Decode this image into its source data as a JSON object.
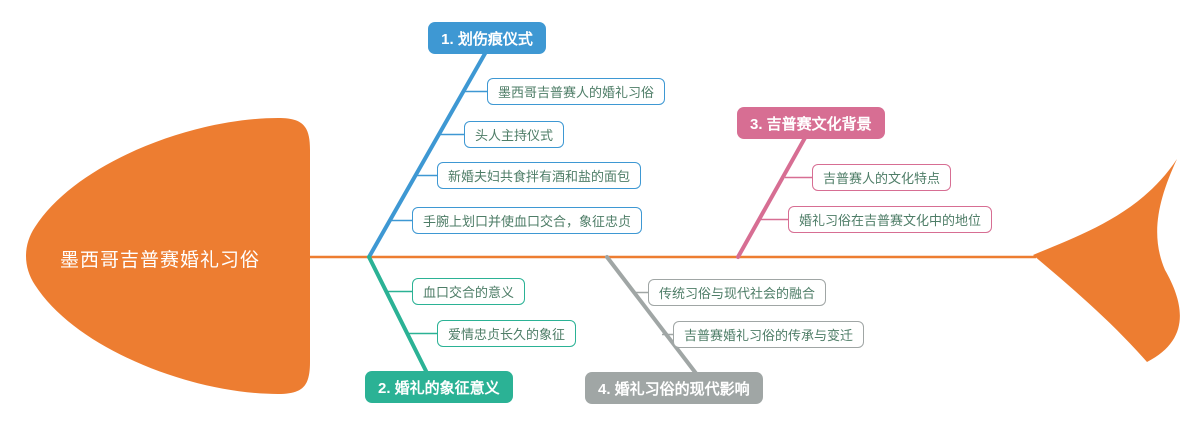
{
  "diagram_type": "fishbone",
  "colors": {
    "orange": "#ED7D31",
    "blue": "#3E98D3",
    "teal": "#2BB295",
    "pink": "#D76E93",
    "gray": "#A0A6A5",
    "item_text": "#4E7D67",
    "label_text": "#FFFFFF",
    "background": "#FFFFFF"
  },
  "head": {
    "label": "墨西哥吉普赛婚礼习俗"
  },
  "branches": [
    {
      "label": "1. 划伤痕仪式",
      "color": "#3E98D3",
      "position": "top-left",
      "items": [
        "墨西哥吉普赛人的婚礼习俗",
        "头人主持仪式",
        "新婚夫妇共食拌有酒和盐的面包",
        "手腕上划口并使血口交合，象征忠贞"
      ]
    },
    {
      "label": "2. 婚礼的象征意义",
      "color": "#2BB295",
      "position": "bottom-left",
      "items": [
        "血口交合的意义",
        "爱情忠贞长久的象征"
      ]
    },
    {
      "label": "3. 吉普赛文化背景",
      "color": "#D76E93",
      "position": "top-right",
      "items": [
        "吉普赛人的文化特点",
        "婚礼习俗在吉普赛文化中的地位"
      ]
    },
    {
      "label": "4. 婚礼习俗的现代影响",
      "color": "#A0A6A5",
      "position": "bottom-right",
      "items": [
        "传统习俗与现代社会的融合",
        "吉普赛婚礼习俗的传承与变迁"
      ]
    }
  ]
}
